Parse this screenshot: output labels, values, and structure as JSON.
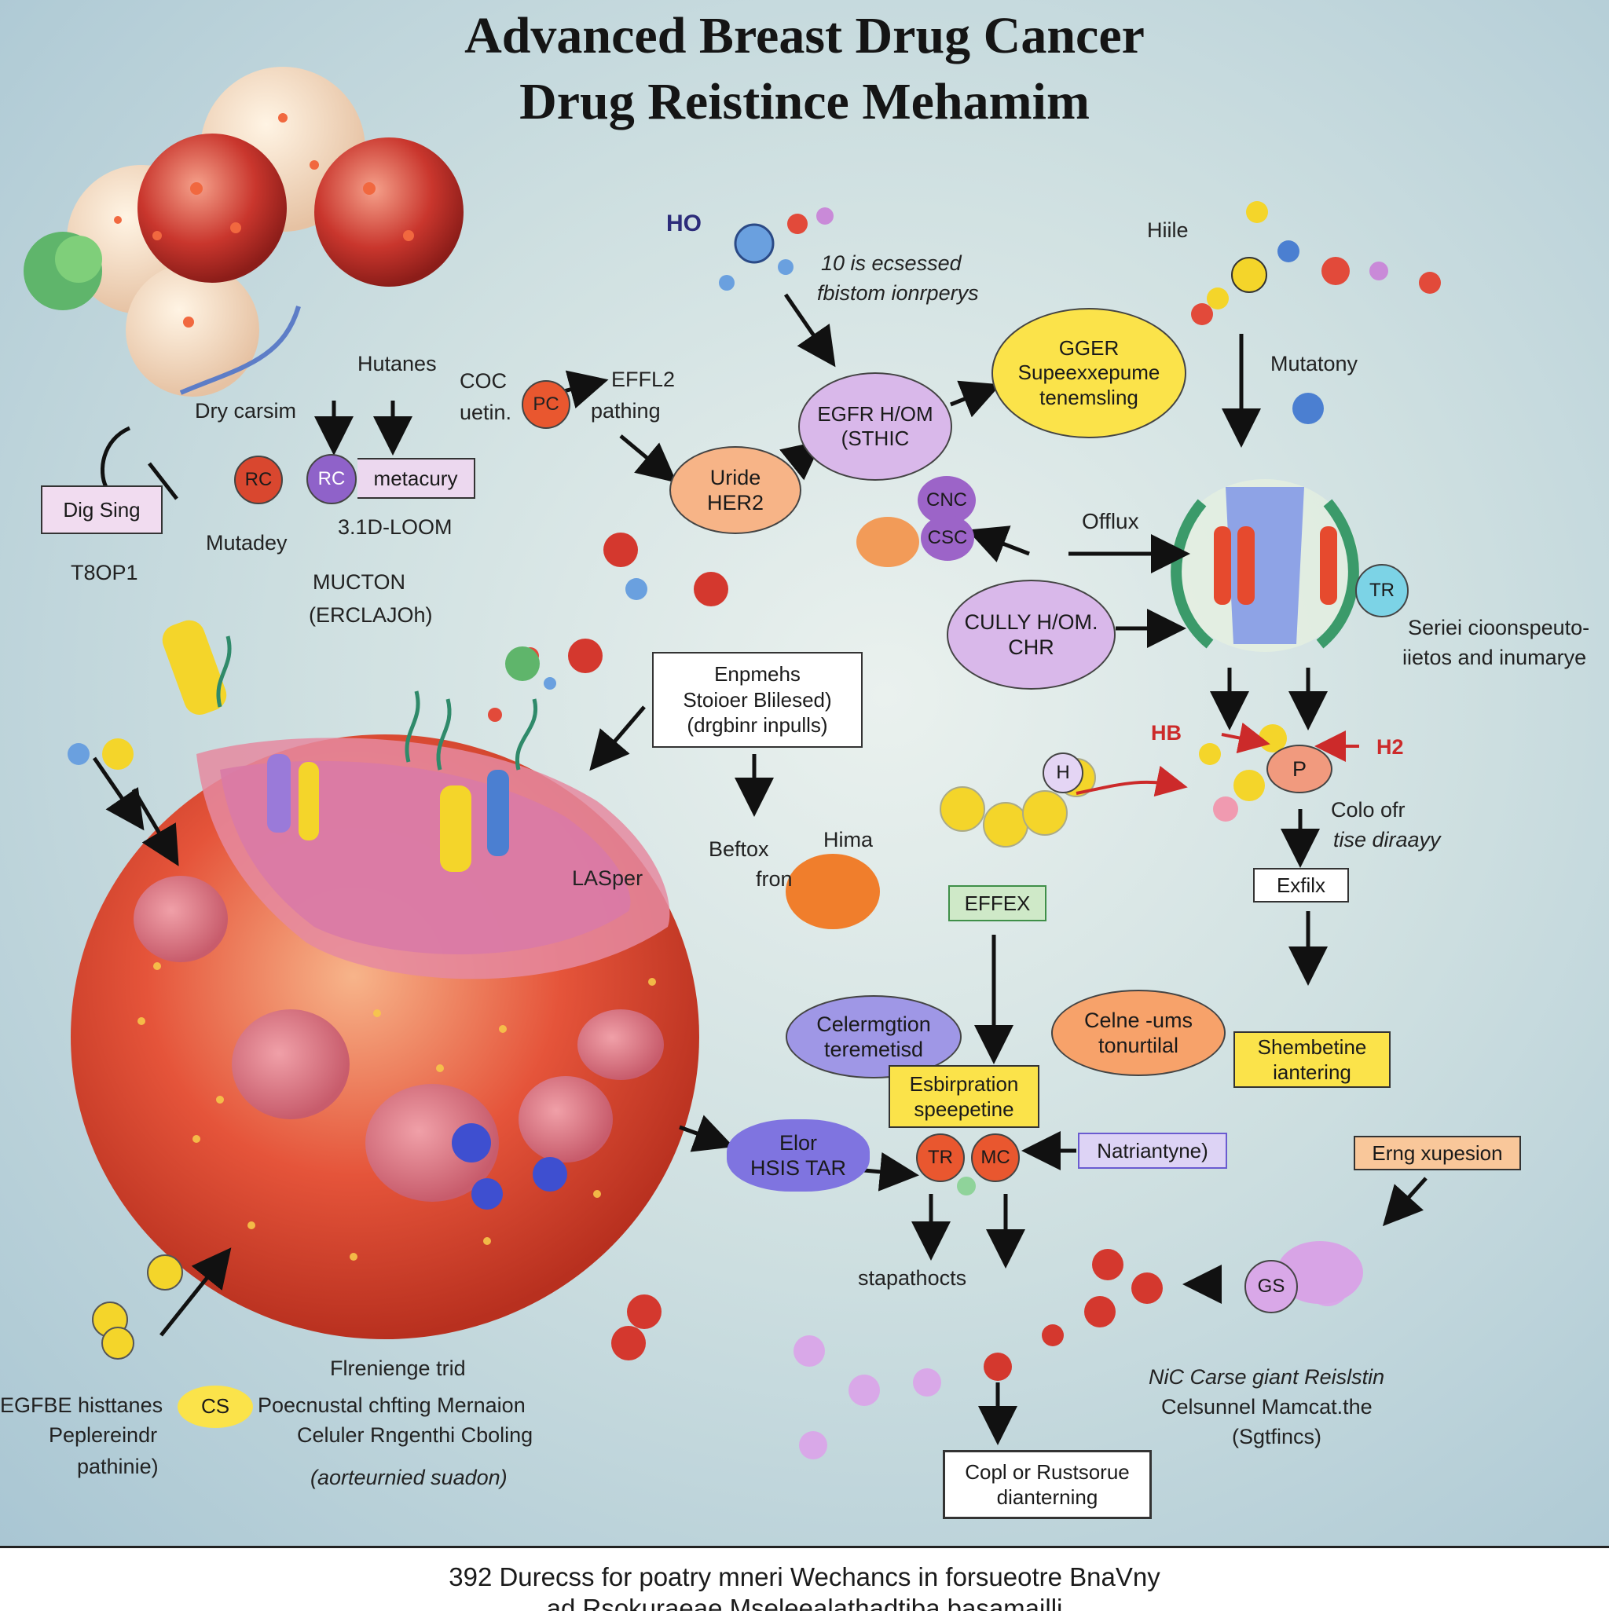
{
  "title": {
    "line1": "Advanced Breast Drug Cancer",
    "line2": "Drug Reistince Mehamim"
  },
  "labels": {
    "ho": "HO",
    "hile": "Hiile",
    "expressed": "10 is ecsessed",
    "expressed2": "fbistom ionrperys",
    "hutanes": "Hutanes",
    "dry_carsem": "Dry carsim",
    "coc": "COC",
    "uetin": "uetin.",
    "pc": "PC",
    "effl2": "EFFL2",
    "pathing": "pathing",
    "mutatony": "Mutatony",
    "dig_sing": "Dig Sing",
    "rc1": "RC",
    "rc2": "RC",
    "metacury": "metacury",
    "mutadey": "Mutadey",
    "loom": "3.1D-LOOM",
    "tsop": "T8OP1",
    "mucton": "MUCTON",
    "erclajoh": "(ERCLAJOh)",
    "uride_her2": "Uride\nHER2",
    "egfr": "EGFR H/OM\n(STHIC",
    "gger": "GGER\nSupeexxepume\ntenemsling",
    "cnc": "CNC",
    "csc": "CSC",
    "offlux": "Offlux",
    "tr": "TR",
    "series": "Seriei cioonspeuto-",
    "series2": "iietos and inumarye",
    "cully": "CULLY H/OM.\nCHR",
    "enpmehs": "Enpmehs\nStoioer Blilesed)\n(drgbinr inpulls)",
    "hb_left": "HB",
    "hb_right": "H2",
    "hn": "H",
    "p": "P",
    "colo": "Colo ofr",
    "colo2": "tise diraayy",
    "exflx": "Exfilx",
    "beftox": "Beftox",
    "hima": "Hima",
    "fron": "fron",
    "laspe": "LASper",
    "effex": "EFFEX",
    "celermation": "Celermgtion\nteremetisd",
    "celne": "Celne -ums\ntonurtilal",
    "shembetine": "Shembetine\niantering",
    "esbirpration": "Esbirpration\nspeepetine",
    "elor": "Elor\nHSIS TAR",
    "tr2": "TR",
    "mc": "MC",
    "natriantyne": "Natriantyne)",
    "erng": "Erng xupesion",
    "gs": "GS",
    "stapathocts": "stapathocts",
    "flrenienge": "Flrenienge trid",
    "egfre": "EGFBE histtanes",
    "cs": "CS",
    "poecnustal": "Poecnustal chfting Mernaion",
    "pepler": "Peplereindr",
    "celuler": "Celuler Rngenthi Cboling",
    "pathinie": "pathinie)",
    "contraried": "(aorteurnied suadon)",
    "nic": "NiC Carse giant Reislstin",
    "celsunnel": "Celsunnel Mamcat.the",
    "sgfincs": "(Sgtfincs)",
    "copl": "Copl or Rustsorue\ndianterning"
  },
  "footer": {
    "line1": "392 Durecss for poatry mneri Wechancs in forsueotre BnaVny",
    "line2": "ad Rsokuraeae Mseleealathadtiba basamailli"
  },
  "colors": {
    "purple": "#c8a6e0",
    "orange": "#f7b487",
    "yellow": "#fbe34a",
    "blue_purple": "#9f97e6",
    "red": "#d9472f",
    "bg": "#c4d9dd"
  }
}
